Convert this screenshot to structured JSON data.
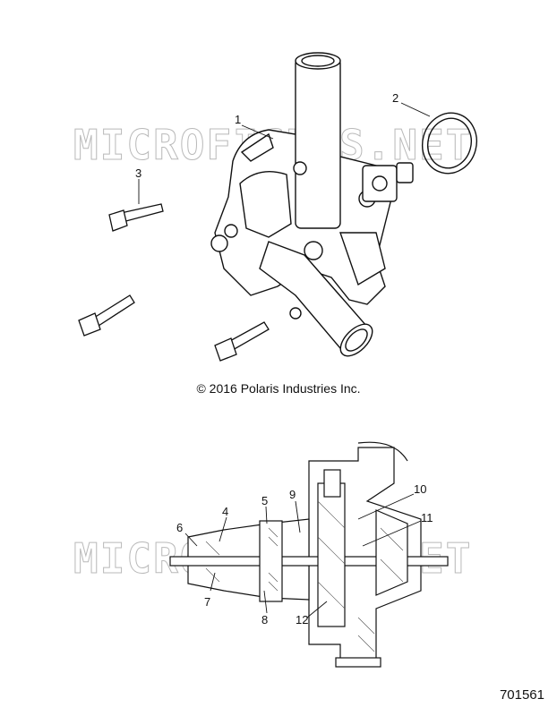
{
  "watermark": "MICROFICHES.NET",
  "copyright": "© 2016 Polaris Industries Inc.",
  "document_number": "701561",
  "callouts": {
    "c1": "1",
    "c2": "2",
    "c3": "3",
    "c4": "4",
    "c5": "5",
    "c6": "6",
    "c7": "7",
    "c8": "8",
    "c9": "9",
    "c10": "10",
    "c11": "11",
    "c12": "12"
  }
}
